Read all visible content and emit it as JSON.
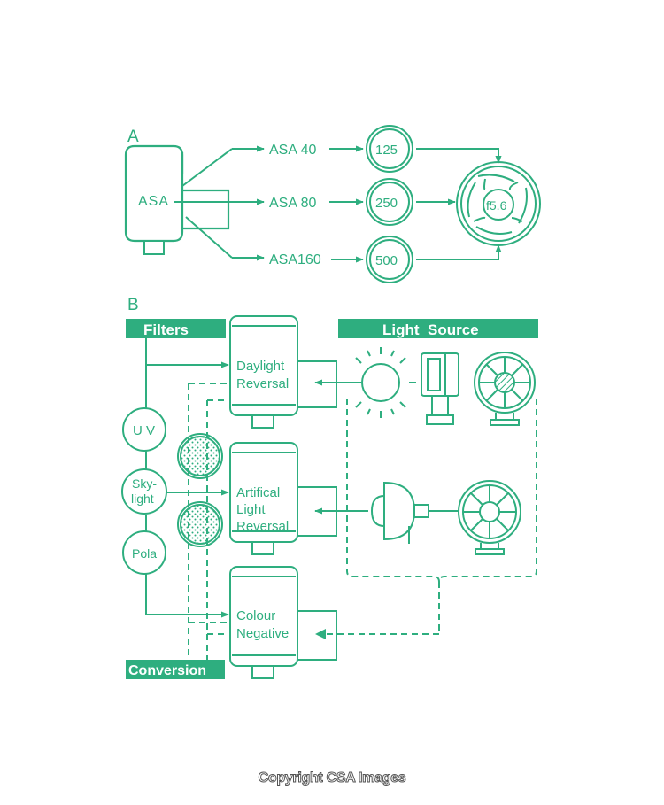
{
  "colors": {
    "accent": "#2eae7f",
    "background": "#ffffff",
    "copyright_outline": "#555555"
  },
  "section_a": {
    "label": "A",
    "film_label": "ASA",
    "speeds": [
      "ASA 40",
      "ASA 80",
      "ASA160"
    ],
    "shutter_speeds": [
      "125",
      "250",
      "500"
    ],
    "aperture": "f5.6"
  },
  "section_b": {
    "label": "B",
    "filters_title": "Filters",
    "light_source_title": "Light  Source",
    "conversion_title": "Conversion",
    "filter_uv": "U V",
    "filter_skylight_1": "Sky-",
    "filter_skylight_2": "light",
    "filter_pola": "Pola",
    "film_daylight_1": "Daylight",
    "film_daylight_2": "Reversal",
    "film_artificial_1": "Artifical",
    "film_artificial_2": "Light",
    "film_artificial_3": "Reversal",
    "film_colour_1": "Colour",
    "film_colour_2": "Negative",
    "icons": [
      "sun-icon",
      "flashgun-icon",
      "flash-reflector-icon",
      "spotlight-icon",
      "floodlight-icon",
      "conversion-filter-icon"
    ]
  },
  "copyright": "Copyright CSA Images"
}
